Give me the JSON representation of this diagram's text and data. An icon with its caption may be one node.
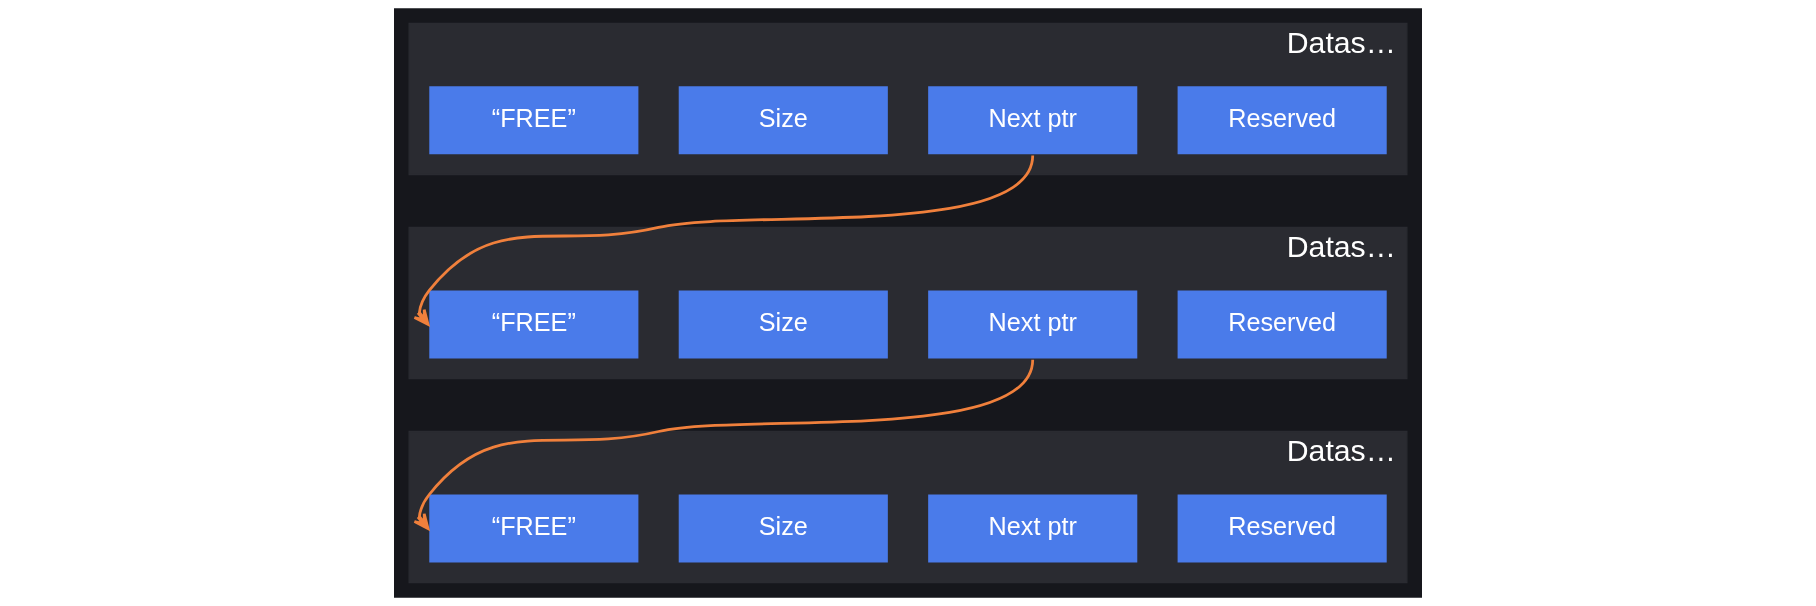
{
  "diagram": {
    "nodes": [
      {
        "text": [
          "Datas…"
        ]
      },
      {
        "text": [
          "“FREE”"
        ],
        "in": 0
      },
      {
        "text": [
          "Size"
        ],
        "in": 0
      },
      {
        "text": [
          "Next ptr"
        ],
        "in": 0
      },
      {
        "text": [
          "Reserved"
        ],
        "in": 0
      },
      {
        "text": [
          "Datas…"
        ]
      },
      {
        "text": [
          "“FREE”"
        ],
        "in": 5
      },
      {
        "text": [
          "Size"
        ],
        "in": 5
      },
      {
        "text": [
          "Next ptr"
        ],
        "in": 5
      },
      {
        "text": [
          "Reserved"
        ],
        "in": 5
      },
      {
        "text": [
          "Datas…"
        ]
      },
      {
        "text": [
          "“FREE”"
        ],
        "in": 10
      },
      {
        "text": [
          "Size"
        ],
        "in": 10
      },
      {
        "text": [
          "Next ptr"
        ],
        "in": 10
      },
      {
        "text": [
          "Reserved"
        ],
        "in": 10
      }
    ],
    "edges": [
      {
        "from": 3,
        "to": 6,
        "arrow": "to"
      },
      {
        "from": 8,
        "to": 11,
        "arrow": "to"
      }
    ]
  }
}
